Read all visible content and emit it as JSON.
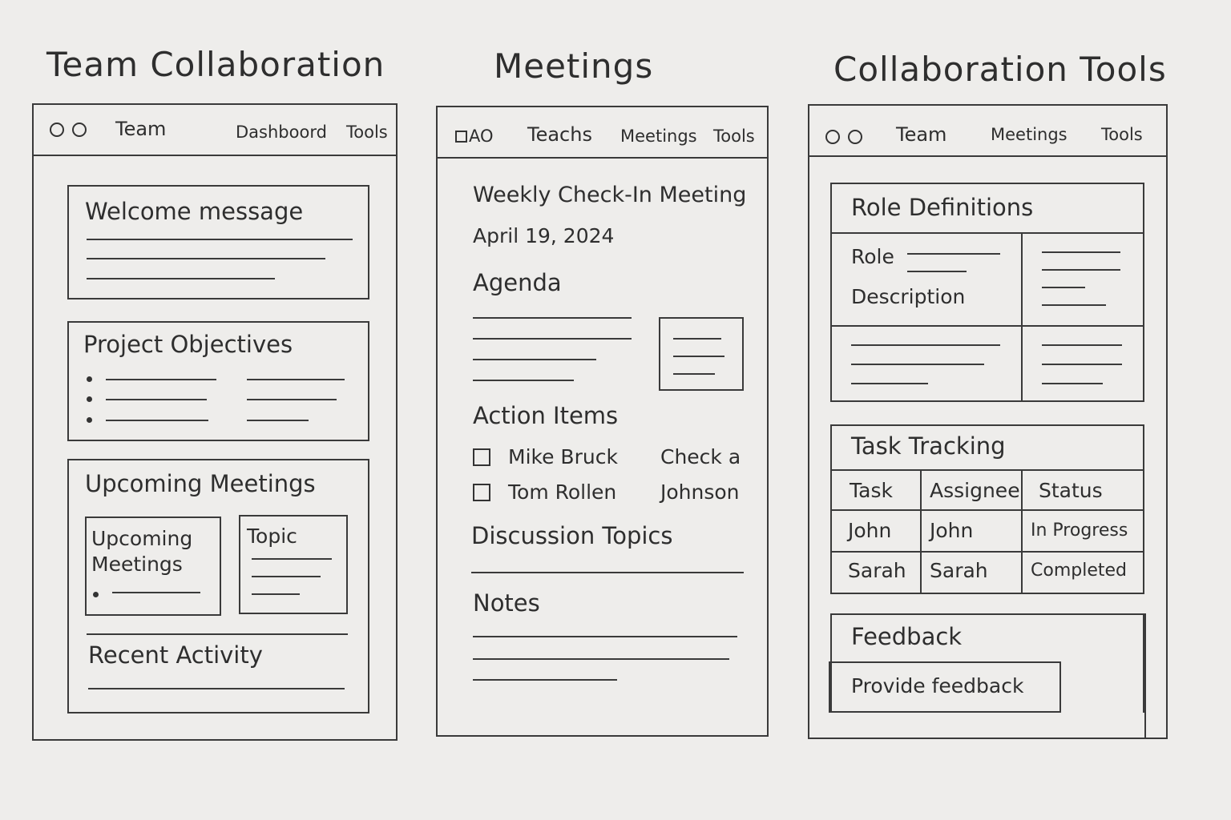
{
  "panels": {
    "team": {
      "title": "Team Collaboration",
      "nav": {
        "brand": "Team",
        "link1": "Dashboord",
        "link2": "Tools"
      },
      "welcome": {
        "heading": "Welcome message"
      },
      "objectives": {
        "heading": "Project Objectives"
      },
      "upcoming": {
        "heading": "Upcoming Meetings",
        "sub_left_line1": "Upcoming",
        "sub_left_line2": "Meetings",
        "sub_right": "Topic",
        "recent": "Recent Activity"
      }
    },
    "meetings": {
      "title": "Meetings",
      "nav": {
        "brand": "AO",
        "link1": "Teachs",
        "link2": "Meetings",
        "link3": "Tools"
      },
      "meeting_title": "Weekly Check-In Meeting",
      "date": "April 19, 2024",
      "agenda": "Agenda",
      "action_items": {
        "heading": "Action Items",
        "items": [
          {
            "name": "Mike Bruck",
            "note": "Check a"
          },
          {
            "name": "Tom Rollen",
            "note": "Johnson"
          }
        ]
      },
      "discussion": "Discussion Topics",
      "notes": "Notes"
    },
    "tools": {
      "title": "Collaboration Tools",
      "nav": {
        "brand": "Team",
        "link1": "Meetings",
        "link2": "Tools"
      },
      "roles": {
        "heading": "Role Definitions",
        "role_label": "Role",
        "description_label": "Description"
      },
      "tasks": {
        "heading": "Task Tracking",
        "columns": [
          "Task",
          "Assignee",
          "Status"
        ],
        "rows": [
          [
            "John",
            "John",
            "In Progress"
          ],
          [
            "Sarah",
            "Sarah",
            "Completed"
          ]
        ]
      },
      "feedback": {
        "heading": "Feedback",
        "button": "Provide feedback"
      }
    }
  }
}
